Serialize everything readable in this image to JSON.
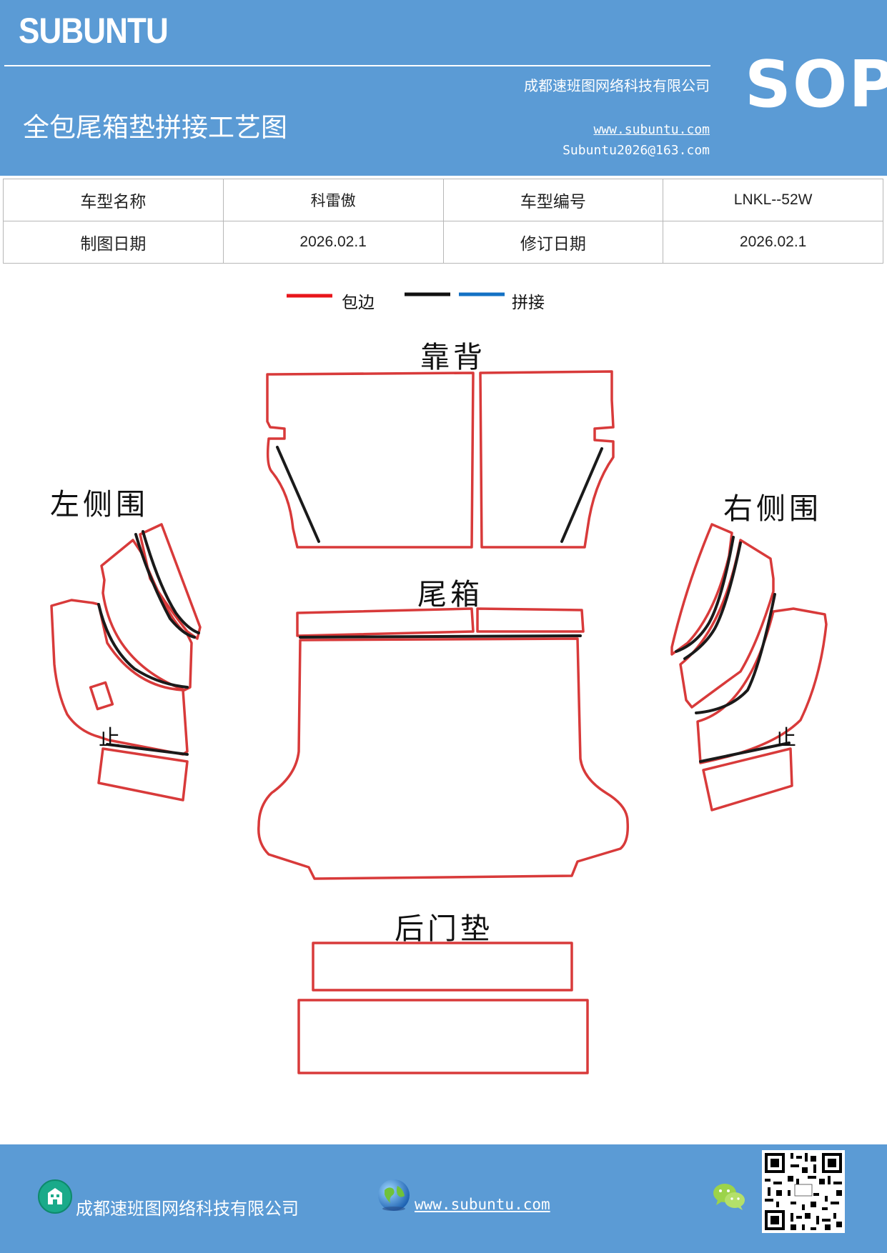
{
  "header": {
    "brand": "SUBUNTU",
    "company": "成都速班图网络科技有限公司",
    "title": "全包尾箱垫拼接工艺图",
    "website": "www.subuntu.com",
    "email": "Subuntu2026@163.com",
    "sop": "SOP"
  },
  "info": {
    "model_name_label": "车型名称",
    "model_name": "科雷傲",
    "model_code_label": "车型编号",
    "model_code": "LNKL--52W",
    "draw_date_label": "制图日期",
    "draw_date": "2026.02.1",
    "revise_date_label": "修订日期",
    "revise_date": "2026.02.1"
  },
  "legend": {
    "edge_label": "包边",
    "splice_label": "拼接",
    "edge_color": "#e8161b",
    "black_color": "#111111",
    "splice_color": "#1371c4"
  },
  "parts": {
    "backrest": "靠背",
    "left_side": "左侧围",
    "right_side": "右侧围",
    "trunk": "尾箱",
    "rear_door": "后门垫",
    "stop_mark": "止"
  },
  "footer": {
    "company": "成都速班图网络科技有限公司",
    "website": "www.subuntu.com",
    "building_icon": "building-icon",
    "globe_icon": "globe-icon",
    "wechat_icon": "wechat-icon"
  }
}
